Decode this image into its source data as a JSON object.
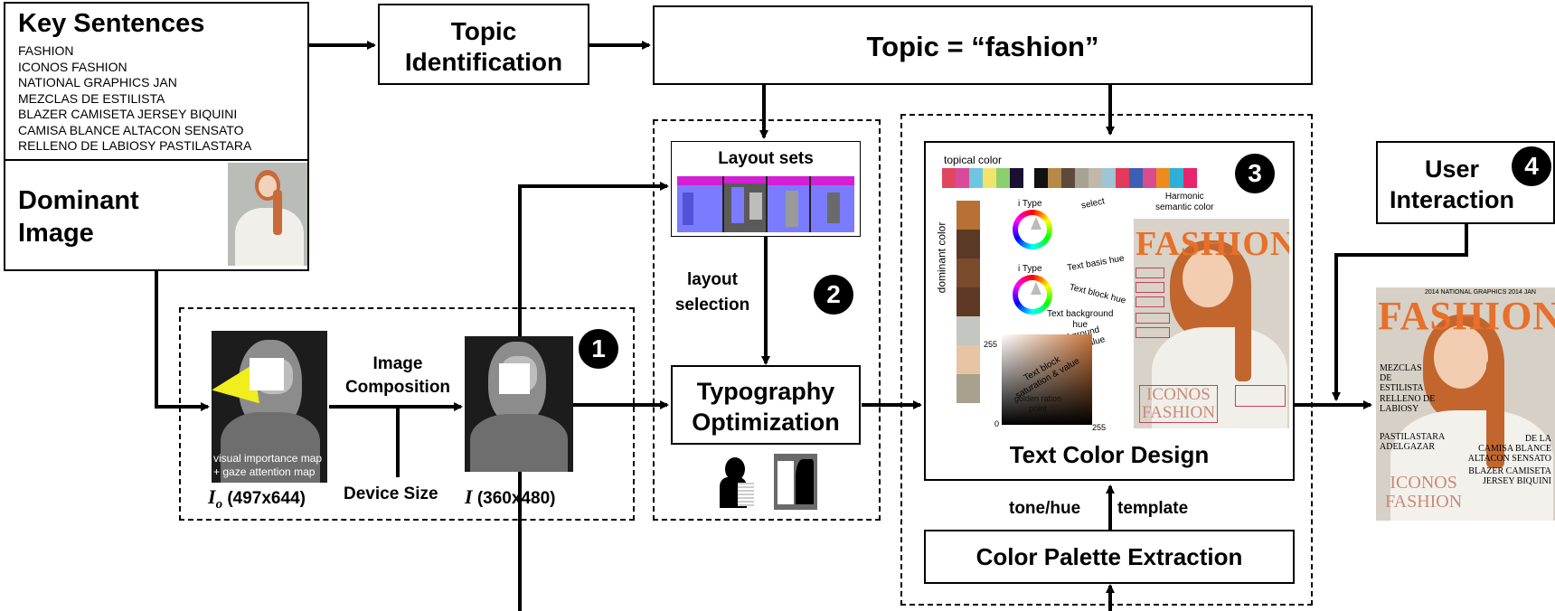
{
  "key_sentences": {
    "title": "Key Sentences",
    "items": [
      "FASHION",
      "ICONOS FASHION",
      "NATIONAL GRAPHICS JAN",
      "MEZCLAS DE ESTILISTA",
      "BLAZER CAMISETA JERSEY BIQUINI",
      "CAMISA BLANCE ALTACON SENSATO",
      "RELLENO DE LABIOSY PASTILASTARA"
    ]
  },
  "dominant_image": {
    "title_line1": "Dominant",
    "title_line2": "Image"
  },
  "topic_identification": {
    "line1": "Topic",
    "line2": "Identification"
  },
  "topic_result": "Topic = “fashion”",
  "stage1": {
    "badge": "1",
    "importance_caption_line1": "visual importance map",
    "importance_caption_line2": "+ gaze attention map",
    "image_composition_line1": "Image",
    "image_composition_line2": "Composition",
    "device_size": "Device Size",
    "input_symbol": "I",
    "input_sub": "o",
    "input_size": " (497x644)",
    "output_symbol": "I",
    "output_size": " (360x480)"
  },
  "stage2": {
    "badge": "2",
    "layout_sets": "Layout sets",
    "layout_selection_line1": "layout",
    "layout_selection_line2": "selection",
    "typography_line1": "Typography",
    "typography_line2": "Optimization"
  },
  "stage3": {
    "badge": "3",
    "topical_color": "topical color",
    "dominant_color": "dominant color",
    "i_type_1": "i Type",
    "i_type_2": "i Type",
    "select": "select",
    "harmonic_line1": "Harmonic",
    "harmonic_line2": "semantic color",
    "text_basis_hue": "Text basis hue",
    "text_block_hue": "Text block hue",
    "text_bg_hue_line1": "Text background",
    "text_bg_hue_line2": "hue",
    "text_bg_sv_line1": "Text background",
    "text_bg_sv_line2": "saturation & value",
    "text_block_sv_line1": "Text block",
    "text_block_sv_line2": "saturation & value",
    "golden_line1": "golden ration",
    "golden_line2": "point",
    "axis_255_y": "255",
    "axis_0": "0",
    "axis_255_x": "255",
    "preview_masthead": "FASHION",
    "preview_bottom_line1": "ICONOS",
    "preview_bottom_line2": "FASHION",
    "text_color_design": "Text Color Design",
    "tone_hue": "tone/hue",
    "template": "template",
    "color_palette_extraction": "Color Palette Extraction"
  },
  "stage4": {
    "badge": "4",
    "user_line1": "User",
    "user_line2": "Interaction",
    "cover_masthead": "FASHION",
    "cover_top": "2014 NATIONAL GRAPHICS 2014 JAN",
    "cover_left1_line1": "MEZCLAS",
    "cover_left1_line2": "DE",
    "cover_left1_line3": "ESTILISTA",
    "cover_left2_line1": "RELLENO DE",
    "cover_left2_line2": "LABIOSY",
    "cover_left3_line1": "PASTILASTARA",
    "cover_left3_line2": "ADELGAZAR",
    "cover_right1_line1": "DE LA",
    "cover_right1_line2": "CAMISA BLANCE",
    "cover_right1_line3": "ALTACON SENSATO",
    "cover_right2_line1": "BLAZER CAMISETA",
    "cover_right2_line2": "JERSEY BIQUINI",
    "cover_bottom_line1": "ICONOS",
    "cover_bottom_line2": "FASHION"
  },
  "colors": {
    "topical": [
      "#e0475f",
      "#d94b9a",
      "#6fc6e0",
      "#f1e46a",
      "#8ccf6d",
      "#1a1032"
    ],
    "harmonic": [
      "#111111",
      "#b58a47",
      "#5e4a3a",
      "#a7a294",
      "#c0b8a8",
      "#9ec5d4",
      "#e23a5a",
      "#3b5fb5",
      "#d94b8f",
      "#f08a1f",
      "#2cb0d6",
      "#e8246d"
    ],
    "dominant": [
      "#b87035",
      "#5a3a26",
      "#7a4a2c",
      "#5e3a24",
      "#c3c7c2",
      "#e7c4a3",
      "#a7a18e"
    ],
    "accent_orange": "#e8702a",
    "layout_magenta": "#d41fd4",
    "layout_blue": "#7b7bff"
  }
}
